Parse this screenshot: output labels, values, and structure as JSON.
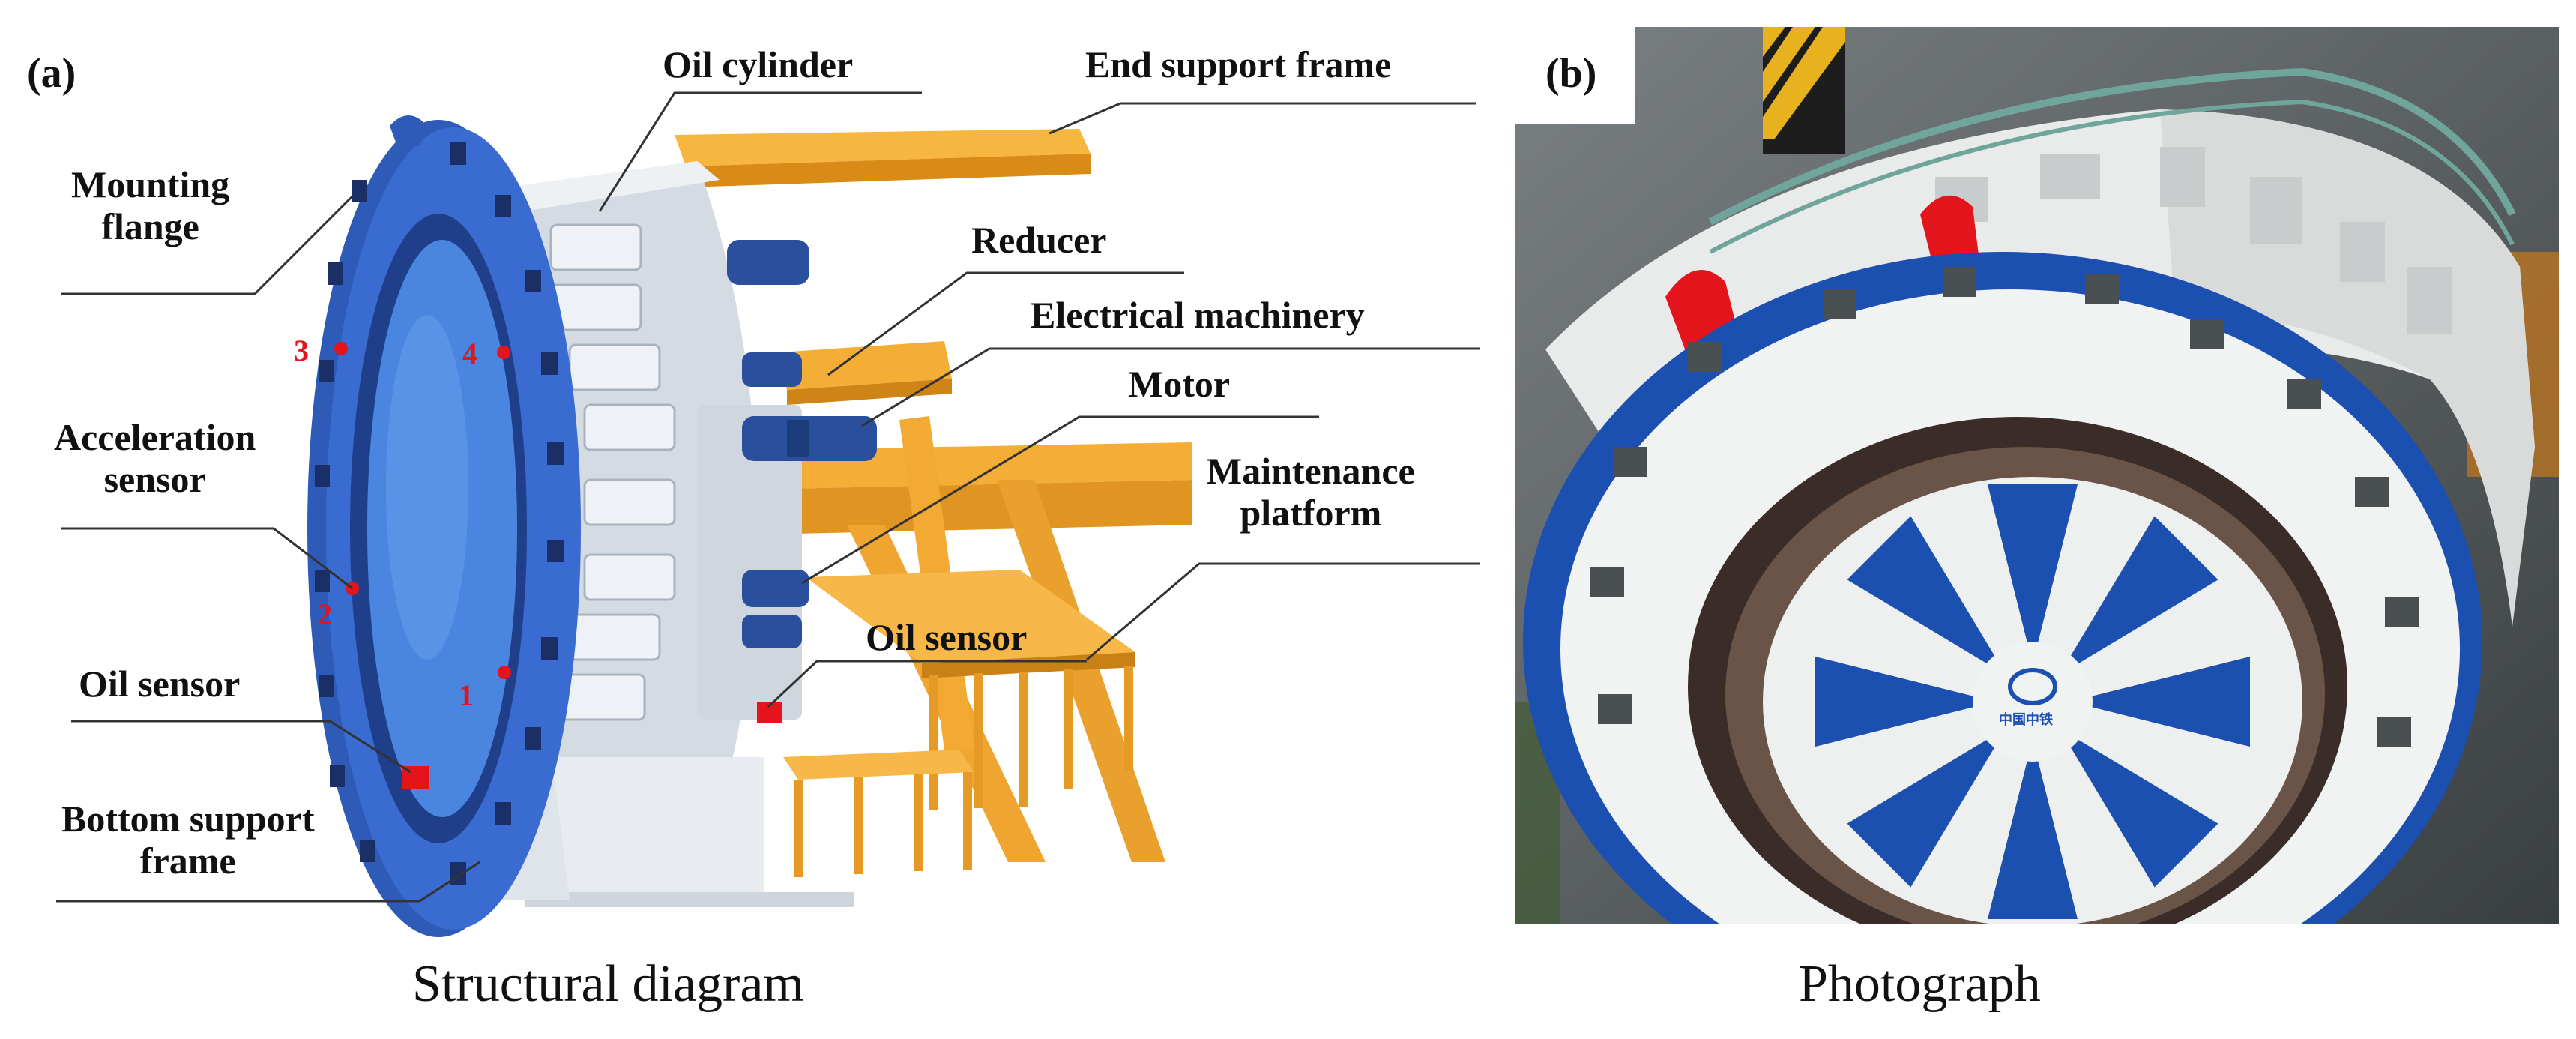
{
  "panel_a": {
    "letter": "(a)",
    "caption": "Structural diagram",
    "labels": {
      "oil_cylinder": "Oil cylinder",
      "end_support_frame": "End support frame",
      "mounting_flange": "Mounting\nflange",
      "reducer": "Reducer",
      "electrical_machinery": "Electrical machinery",
      "motor": "Motor",
      "acceleration_sensor": "Acceleration\nsensor",
      "maintenance_platform": "Maintenance\nplatform",
      "oil_sensor_right": "Oil sensor",
      "oil_sensor_left": "Oil sensor",
      "bottom_support_frame": "Bottom support\nframe"
    },
    "sensor_numbers": [
      "1",
      "2",
      "3",
      "4"
    ]
  },
  "panel_b": {
    "letter": "(b)",
    "caption": "Photograph",
    "logo_text": "中国中铁"
  },
  "colors": {
    "flange_blue": "#2f5bb8",
    "flange_dark": "#1f3f8a",
    "inner_blue": "#4a86e0",
    "casing_grey": "#dfe4ea",
    "frame_orange": "#f2a42a",
    "sensor_red": "#e3141b",
    "photo_white": "#f1f2f2",
    "photo_blue": "#1b4fb0"
  }
}
